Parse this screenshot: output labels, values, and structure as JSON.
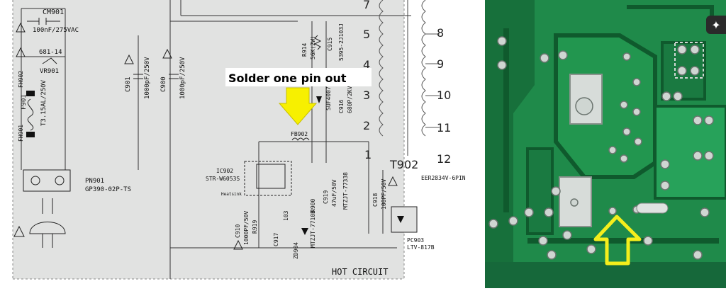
{
  "schematic": {
    "callout": "Solder one pin out",
    "hot_circuit": "HOT CIRCUIT",
    "transformer_label": "T902",
    "transformer_part": "EER2834V-6PIN",
    "pins": [
      "7",
      "5",
      "4",
      "3",
      "2",
      "1",
      "8",
      "9",
      "10",
      "11",
      "12"
    ],
    "components": {
      "cm901": "CM901",
      "cm901_val": "100nF/275VAC",
      "vr901_part": "681-14",
      "vr901": "VR901",
      "f901": "F901",
      "f901_val": "T3.15AL/250V",
      "fh902": "FH902",
      "fh901": "FH901",
      "c901": "C901",
      "c901_val": "1000pF/250V",
      "c900": "C900",
      "c900_val": "1000pF/250V",
      "pn901": "PN901",
      "pn901_part": "GP390-02P-TS",
      "r914": "R914",
      "r914_val": "56K(2W)",
      "c915": "C915",
      "c915_val": "5395-2J103J",
      "d902": "SUF4007",
      "c916": "C916",
      "c916_val": "680P/2KV",
      "fb902": "FB902",
      "ic902": "IC902",
      "ic902_part": "STR-W6053S",
      "heatsink": "Heatsink",
      "r900": "R900",
      "c919": "C919",
      "c919_val": "47uF/50V",
      "zd901": "MTZJT-77338",
      "c918": "C918",
      "c918_val": "100PF/50V",
      "c910": "C910",
      "c910_val": "1000PF/50V",
      "r919": "R919",
      "c917": "C917",
      "c917_val": "103",
      "zd904": "ZD904",
      "zd904_val": "MTZJT-7710B",
      "pc903": "PC903",
      "pc903_part": "LTV-817B"
    }
  },
  "photo": {
    "board_color": "#1f8a4a",
    "arrow_color": "#f5ee1c",
    "badge_icon": "sparkle-icon"
  }
}
